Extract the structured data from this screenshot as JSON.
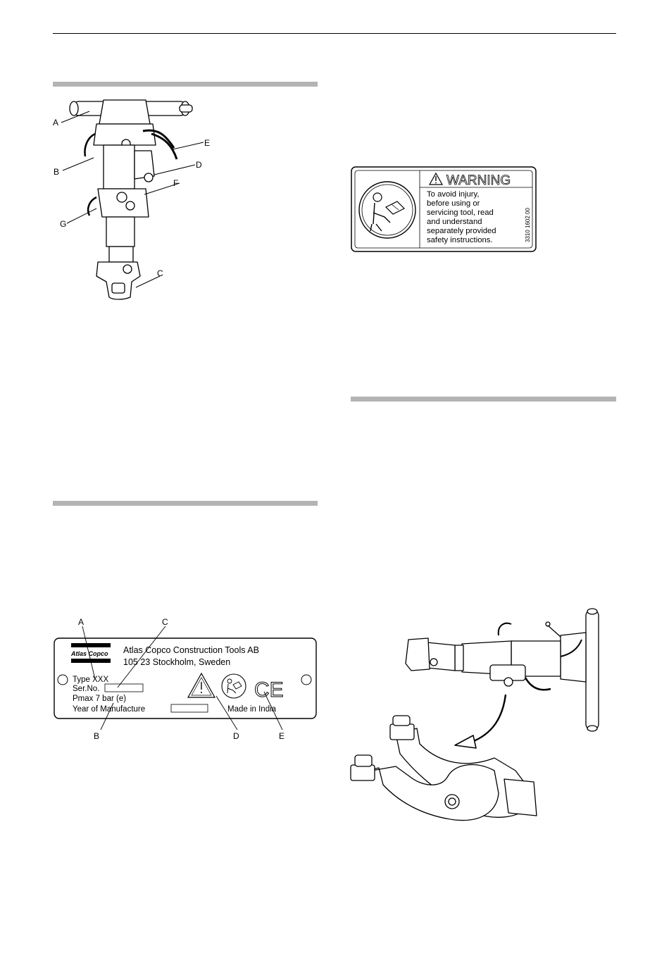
{
  "hammer_figure": {
    "callouts": [
      "A",
      "B",
      "C",
      "D",
      "E",
      "F",
      "G"
    ]
  },
  "warning_label": {
    "heading": "WARNING",
    "lines": [
      "To avoid injury,",
      "before using or",
      "servicing tool, read",
      "and understand",
      "separately provided",
      "safety instructions."
    ],
    "part_number": "3310 1602 00"
  },
  "data_plate": {
    "callouts": [
      "A",
      "B",
      "C",
      "D",
      "E"
    ],
    "logo_text": "Atlas Copco",
    "company_line1": "Atlas Copco Construction Tools AB",
    "company_line2": "105 23 Stockholm, Sweden",
    "type_label": "Type XXX",
    "serial_label": "Ser.No.",
    "pmax_label": "Pmax 7 bar (e)",
    "year_label": "Year of Manufacture",
    "made_in": "Made in India",
    "ce_mark": "CE"
  }
}
